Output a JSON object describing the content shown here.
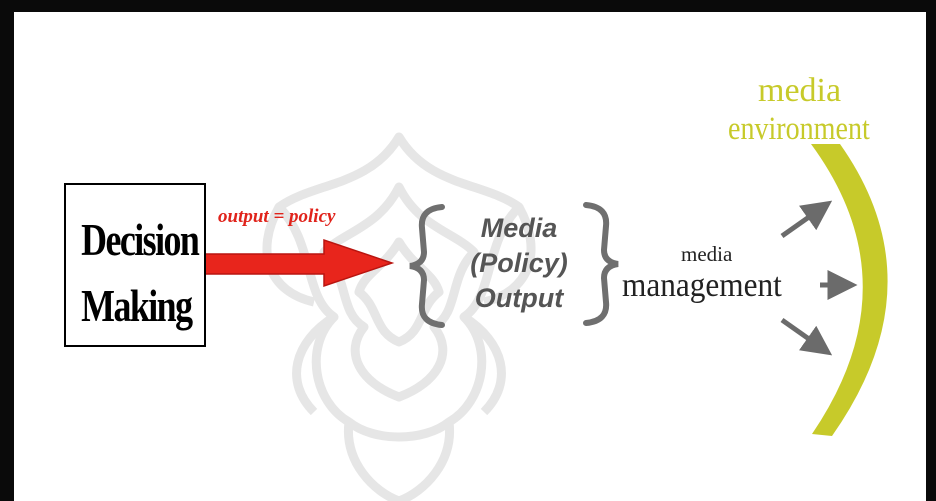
{
  "diagram": {
    "decision_box": {
      "line1": "Decision",
      "line2": "Making"
    },
    "arrow_label": "output = policy",
    "output_block": {
      "line1": "Media",
      "line2": "(Policy)",
      "line3": "Output"
    },
    "management": {
      "small": "media",
      "large": "management"
    },
    "environment": {
      "line1": "media",
      "line2": "environment"
    }
  },
  "colors": {
    "frame": "#0a0a0a",
    "arrow_red": "#e8251c",
    "label_red": "#e0231b",
    "brace_gray": "#6f6f6f",
    "output_text": "#555555",
    "arrow_gray": "#6b6b6b",
    "environment_yellow": "#c7ca2a",
    "watermark": "#e6e6e6"
  },
  "icons": [
    "watermark-rosette",
    "curly-brace-left",
    "curly-brace-right",
    "policy-arrow",
    "effect-arrow"
  ]
}
